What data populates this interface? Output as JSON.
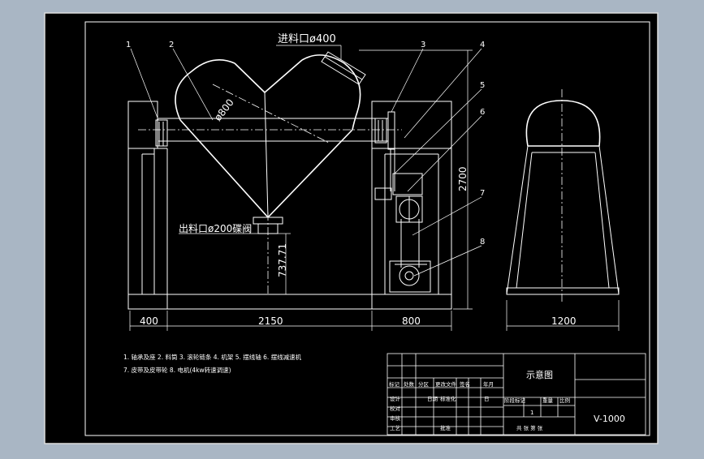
{
  "labels": {
    "inlet": "进料口ø400",
    "outlet": "出料口ø200碟阀",
    "diameter": "ø800",
    "height_total": "2700",
    "height_outlet": "737.71",
    "dim_a": "400",
    "dim_b": "2150",
    "dim_c": "800",
    "dim_d": "1200"
  },
  "callouts": [
    "1",
    "2",
    "3",
    "4",
    "5",
    "6",
    "7",
    "8"
  ],
  "legend": {
    "line1": "1. 轴承及座  2. 料筒  3. 滚轮链条  4. 机架  5. 摆线轴  6. 摆线减速机",
    "line2": "7. 皮带及皮带轮  8. 电机(4kw转速调速)"
  },
  "title_block": {
    "drawing_name": "示意图",
    "drawing_no": "V-1000",
    "col_headers": [
      "标记",
      "处数",
      "分区",
      "更改文件",
      "签名",
      "年月"
    ],
    "design": "设计",
    "standardized": "标准化",
    "checked": "校对",
    "audit": "审核",
    "process": "工艺",
    "approve": "批准",
    "date_label": "日期",
    "date_value": "日",
    "stage_mark": "阶段标记",
    "weight": "重量",
    "scale": "比例",
    "count_value": "1",
    "sheets": "共  张  第  张"
  },
  "colors": {
    "bg_outer": "#a9b6c4",
    "sheet": "#000000",
    "line": "#ffffff"
  }
}
